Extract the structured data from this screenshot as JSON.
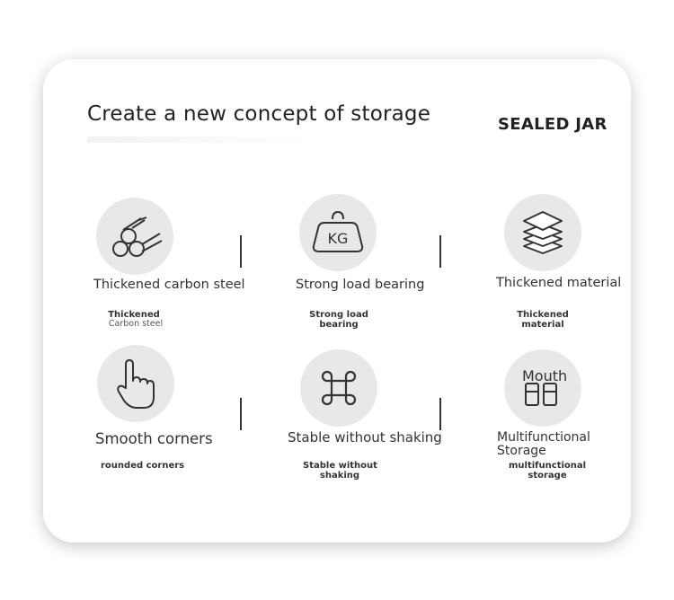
{
  "headline": "Create a new concept of storage",
  "badge": "SEALED JAR",
  "features": [
    {
      "label": "Thickened carbon steel",
      "sub1": "Thickened",
      "sub2": "Carbon steel",
      "icon": "steel-pipes-icon"
    },
    {
      "label": "Strong load bearing",
      "sub1": "Strong load",
      "sub2": "bearing",
      "icon": "kg-weight-icon"
    },
    {
      "label": "Thickened material",
      "sub1": "Thickened",
      "sub2": "material",
      "icon": "layers-icon"
    },
    {
      "label": "Smooth corners",
      "sub1": "rounded corners",
      "sub2": "",
      "icon": "pointing-hand-icon"
    },
    {
      "label": "Stable without shaking",
      "sub1": "Stable without",
      "sub2": "shaking",
      "icon": "command-key-icon"
    },
    {
      "label": "Multifunctional",
      "label2": "Storage",
      "sub1": "multifunctional",
      "sub2": "storage",
      "overlay": "Mouth",
      "icon": "jars-icon"
    }
  ],
  "colors": {
    "circle": "#e8e8e8",
    "text": "#333333",
    "divider": "#333333"
  }
}
